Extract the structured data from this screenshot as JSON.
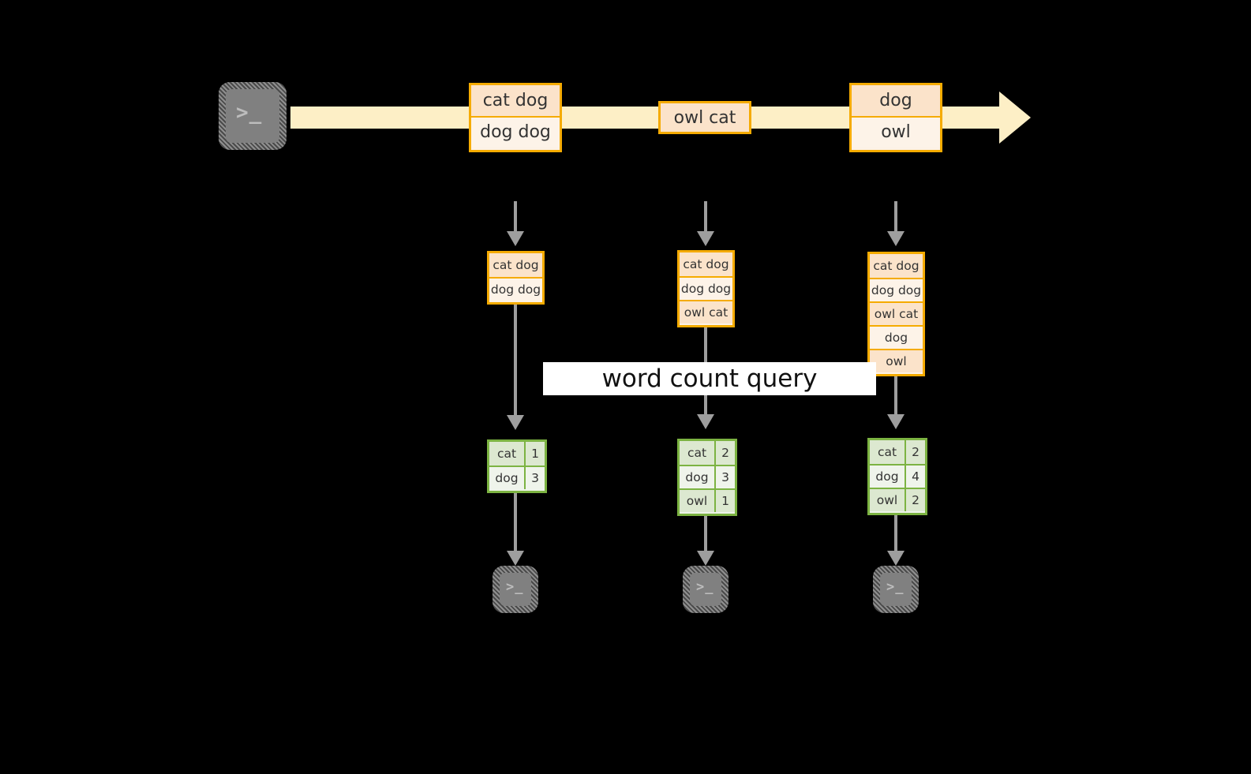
{
  "diagram": {
    "title": "word count streaming query",
    "background_color": "#000000",
    "colors": {
      "stream_band": "#FDEFC6",
      "box_border_orange": "#F5AB00",
      "box_fill_dark": "#FBE3CA",
      "box_fill_light": "#FDF3E8",
      "table_border_green": "#7CB342",
      "table_fill_dark": "#DCE8D0",
      "table_fill_light": "#EFF4EA",
      "arrow_gray": "#9E9E9E",
      "terminal_gray": "#808080",
      "label_background": "#FFFFFF",
      "text": "#333333"
    }
  },
  "source": {
    "icon": "terminal-icon",
    "prompt": ">_"
  },
  "stream": {
    "messages": [
      {
        "id": "msg-1",
        "rows": [
          {
            "text": "cat dog",
            "shade": "dark"
          },
          {
            "text": "dog dog",
            "shade": "light"
          }
        ]
      },
      {
        "id": "msg-2",
        "rows": [
          {
            "text": "owl cat",
            "shade": "dark"
          }
        ]
      },
      {
        "id": "msg-3",
        "rows": [
          {
            "text": "dog",
            "shade": "dark"
          },
          {
            "text": "owl",
            "shade": "light"
          }
        ]
      }
    ]
  },
  "query": {
    "label": "word count query"
  },
  "columns": [
    {
      "id": "trigger-1",
      "input_rows": [
        {
          "text": "cat dog",
          "shade": "dark"
        },
        {
          "text": "dog dog",
          "shade": "light"
        }
      ],
      "result_rows": [
        {
          "word": "cat",
          "count": "1",
          "shade": "dark"
        },
        {
          "word": "dog",
          "count": "3",
          "shade": "light"
        }
      ],
      "sink": {
        "icon": "terminal-icon",
        "prompt": ">_"
      }
    },
    {
      "id": "trigger-2",
      "input_rows": [
        {
          "text": "cat dog",
          "shade": "dark"
        },
        {
          "text": "dog dog",
          "shade": "light"
        },
        {
          "text": "owl cat",
          "shade": "dark"
        }
      ],
      "result_rows": [
        {
          "word": "cat",
          "count": "2",
          "shade": "dark"
        },
        {
          "word": "dog",
          "count": "3",
          "shade": "light"
        },
        {
          "word": "owl",
          "count": "1",
          "shade": "dark"
        }
      ],
      "sink": {
        "icon": "terminal-icon",
        "prompt": ">_"
      }
    },
    {
      "id": "trigger-3",
      "input_rows": [
        {
          "text": "cat dog",
          "shade": "dark"
        },
        {
          "text": "dog dog",
          "shade": "light"
        },
        {
          "text": "owl cat",
          "shade": "dark"
        },
        {
          "text": "dog",
          "shade": "light"
        },
        {
          "text": "owl",
          "shade": "dark"
        }
      ],
      "result_rows": [
        {
          "word": "cat",
          "count": "2",
          "shade": "dark"
        },
        {
          "word": "dog",
          "count": "4",
          "shade": "light"
        },
        {
          "word": "owl",
          "count": "2",
          "shade": "dark"
        }
      ],
      "sink": {
        "icon": "terminal-icon",
        "prompt": ">_"
      }
    }
  ]
}
